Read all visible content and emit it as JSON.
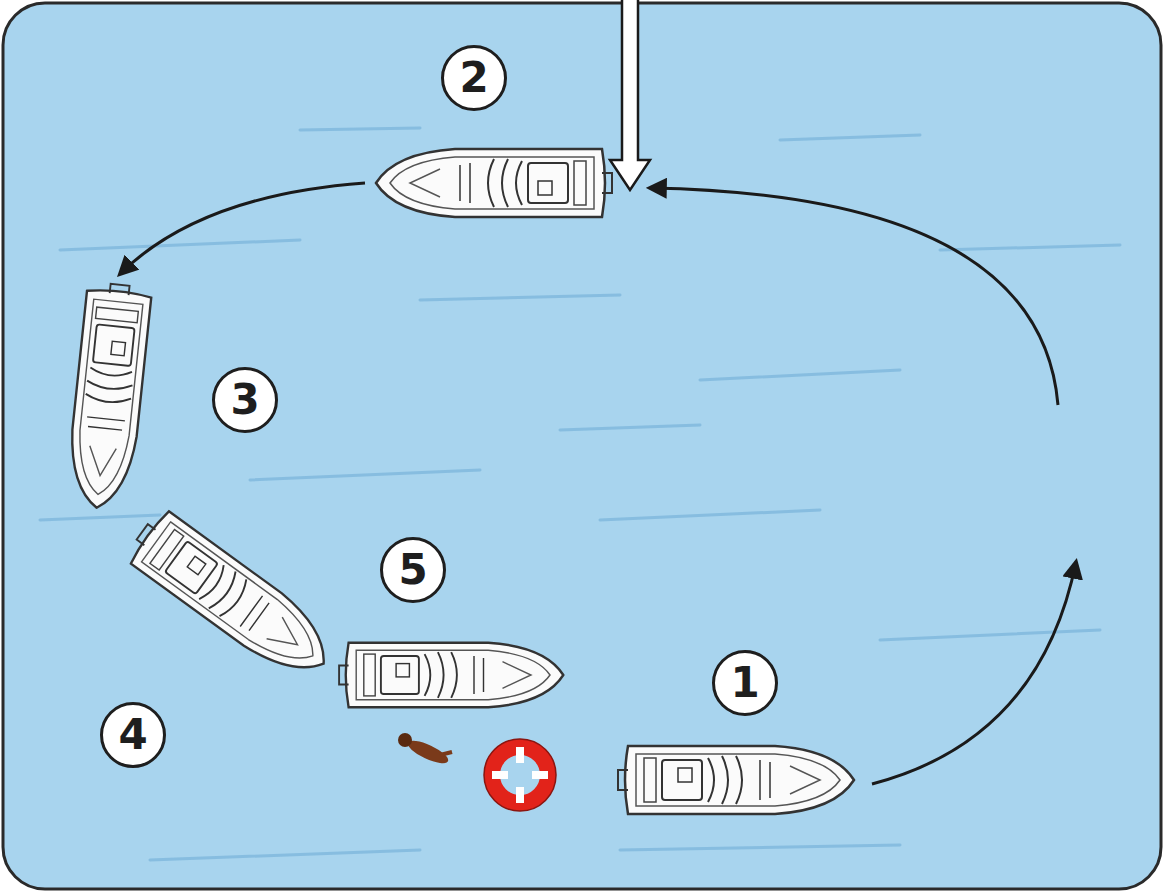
{
  "diagram": {
    "nodes": [
      {
        "text": [
          "2"
        ]
      },
      {
        "text": [
          "3"
        ]
      },
      {
        "text": [
          "5"
        ]
      },
      {
        "text": [
          "1"
        ]
      },
      {
        "text": [
          "4"
        ]
      }
    ]
  }
}
